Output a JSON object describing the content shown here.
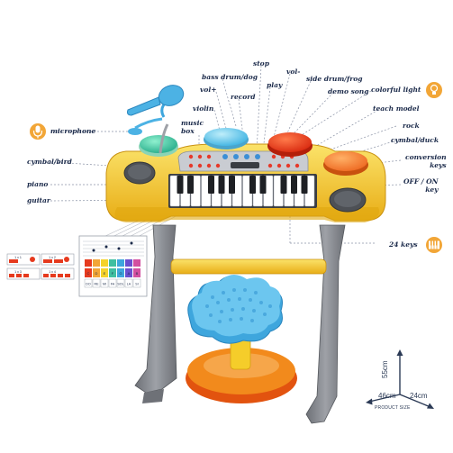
{
  "labels": {
    "microphone": "microphone",
    "cymbal_bird": "cymbal/bird",
    "piano": "piano",
    "guitar": "guitar",
    "music_box": "music\nbox",
    "violin": "violin",
    "vol_plus": "vol+",
    "bass_drum_dog": "bass drum/dog",
    "record": "record",
    "stop": "stop",
    "play": "play",
    "vol_minus": "vol-",
    "side_drum_frog": "side drum/frog",
    "demo_song": "demo song",
    "colorful_light": "colorful light",
    "teach_model": "teach model",
    "rock": "rock",
    "cymbal_duck": "cymbal/duck",
    "conversion_keys": "conversion\nkeys",
    "off_on_key": "OFF / ON\nkey",
    "keys_24": "24 keys"
  },
  "dimensions": {
    "height": "55cm",
    "width": "46cm",
    "depth": "24cm",
    "caption": "PRODUCT SIZE"
  },
  "songbook": {
    "notes": [
      "DO",
      "RE",
      "MI",
      "FA",
      "SOL",
      "LA",
      "SI"
    ],
    "letters": [
      "C",
      "D",
      "E",
      "F",
      "G",
      "A",
      "B"
    ],
    "durations": [
      "1 x 1",
      "1 x 2",
      "1 x 3",
      "1 x 4"
    ]
  },
  "colors": {
    "body_yellow": "#f3c52c",
    "body_grey": "#8a8d93",
    "pad_blue": "#6fd0ec",
    "pad_red": "#e63a1e",
    "pad_orange": "#f2772c",
    "pad_teal": "#3fbfa0",
    "stool_blue": "#4fb6e6",
    "stool_orange": "#f28a1c",
    "label_text": "#1b2a4a",
    "icon_orange": "#f2a637"
  }
}
